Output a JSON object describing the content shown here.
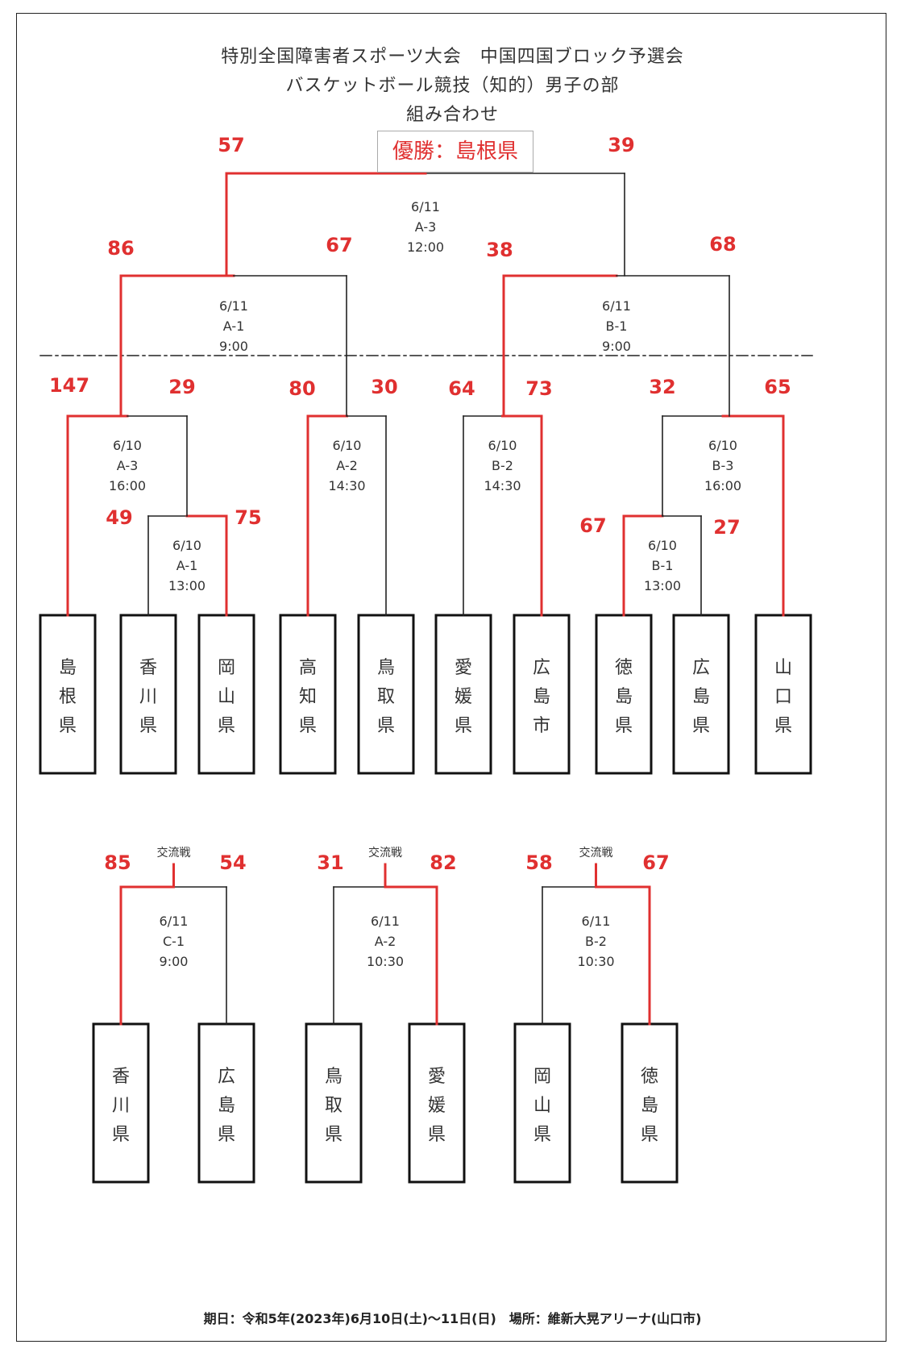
{
  "title": {
    "line1": "特別全国障害者スポーツ大会　中国四国ブロック予選会",
    "line2": "バスケットボール競技（知的）男子の部",
    "line3": "組み合わせ"
  },
  "champion": "優勝：島根県",
  "footer": "期日：令和5年(2023年)6月10日(土)～11日(日)　場所：維新大晃アリーナ(山口市)",
  "colors": {
    "winner_line": "#e03030",
    "loser_line": "#222222",
    "score": "#e03030",
    "text": "#333333"
  },
  "teams_main": [
    {
      "name": "島根県"
    },
    {
      "name": "香川県"
    },
    {
      "name": "岡山県"
    },
    {
      "name": "高知県"
    },
    {
      "name": "鳥取県"
    },
    {
      "name": "愛媛県"
    },
    {
      "name": "広島市"
    },
    {
      "name": "徳島県"
    },
    {
      "name": "広島県"
    },
    {
      "name": "山口県"
    }
  ],
  "matches": {
    "final": {
      "date": "6/11",
      "court": "A-3",
      "time": "12:00",
      "left": {
        "name": "島根県",
        "score": "57"
      },
      "right": {
        "name": "広島市",
        "score": "39"
      },
      "winner": "left"
    },
    "semi_left": {
      "date": "6/11",
      "court": "A-1",
      "time": "9:00",
      "left": {
        "name": "島根県",
        "score": "86"
      },
      "right": {
        "name": "高知県",
        "score": "67"
      },
      "winner": "left"
    },
    "semi_right": {
      "date": "6/11",
      "court": "B-1",
      "time": "9:00",
      "left": {
        "name": "広島市",
        "score": "38"
      },
      "right": {
        "name": "山口県",
        "score": "68"
      },
      "winner": "left"
    },
    "qf1": {
      "date": "6/10",
      "court": "A-3",
      "time": "16:00",
      "left": {
        "name": "島根県",
        "score": "147"
      },
      "right": {
        "name": "岡山県",
        "score": "29"
      },
      "winner": "left"
    },
    "qf2": {
      "date": "6/10",
      "court": "A-2",
      "time": "14:30",
      "left": {
        "name": "高知県",
        "score": "80"
      },
      "right": {
        "name": "鳥取県",
        "score": "30"
      },
      "winner": "left"
    },
    "qf3": {
      "date": "6/10",
      "court": "B-2",
      "time": "14:30",
      "left": {
        "name": "愛媛県",
        "score": "64"
      },
      "right": {
        "name": "広島市",
        "score": "73"
      },
      "winner": "right"
    },
    "qf4": {
      "date": "6/10",
      "court": "B-3",
      "time": "16:00",
      "left": {
        "name": "徳島県",
        "score": "32"
      },
      "right": {
        "name": "山口県",
        "score": "65"
      },
      "winner": "right"
    },
    "r1_left": {
      "date": "6/10",
      "court": "A-1",
      "time": "13:00",
      "left": {
        "name": "香川県",
        "score": "49"
      },
      "right": {
        "name": "岡山県",
        "score": "75"
      },
      "winner": "right"
    },
    "r1_right": {
      "date": "6/10",
      "court": "B-1",
      "time": "13:00",
      "left": {
        "name": "徳島県",
        "score": "67"
      },
      "right": {
        "name": "広島県",
        "score": "27"
      },
      "winner": "left"
    }
  },
  "exchange": [
    {
      "label": "交流戦",
      "date": "6/11",
      "court": "C-1",
      "time": "9:00",
      "left": {
        "name": "香川県",
        "score": "85"
      },
      "right": {
        "name": "広島県",
        "score": "54"
      },
      "winner": "left"
    },
    {
      "label": "交流戦",
      "date": "6/11",
      "court": "A-2",
      "time": "10:30",
      "left": {
        "name": "鳥取県",
        "score": "31"
      },
      "right": {
        "name": "愛媛県",
        "score": "82"
      },
      "winner": "right"
    },
    {
      "label": "交流戦",
      "date": "6/11",
      "court": "B-2",
      "time": "10:30",
      "left": {
        "name": "岡山県",
        "score": "58"
      },
      "right": {
        "name": "徳島県",
        "score": "67"
      },
      "winner": "right"
    }
  ]
}
